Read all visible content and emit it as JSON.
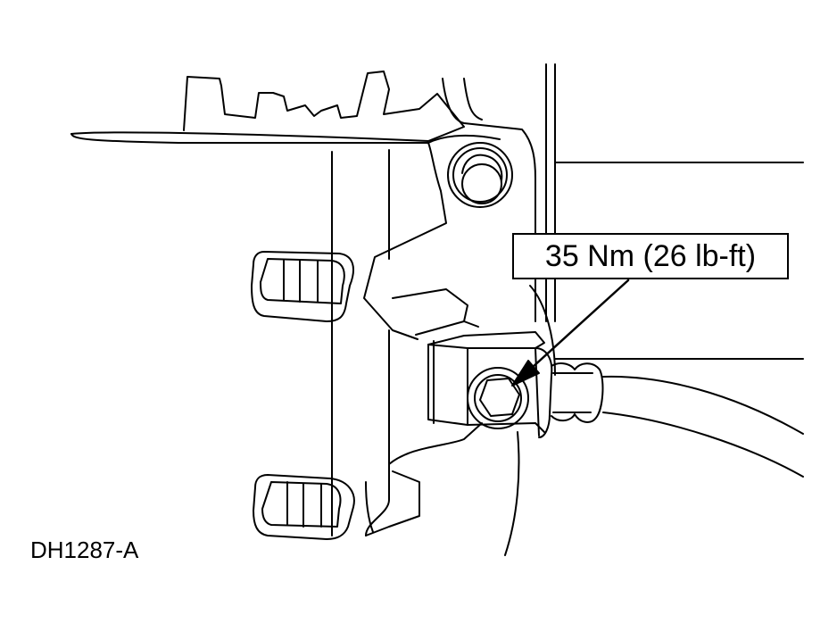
{
  "figure_id": "DH1287-A",
  "callouts": [
    {
      "text": "35 Nm (26 lb-ft)",
      "target": "hex bolt"
    }
  ],
  "colors": {
    "line": "#000000",
    "background": "#ffffff"
  }
}
